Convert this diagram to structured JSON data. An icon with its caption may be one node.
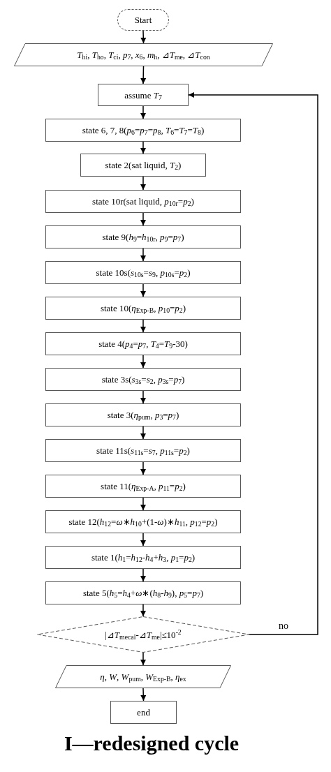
{
  "diagram": {
    "caption": "I—redesigned cycle",
    "nodes": [
      {
        "text": [
          "Start"
        ]
      },
      {
        "text": [
          "*T*$_{hi}$, *T*$_{ho}$, *T*$_{ci}$, *p*$_{7}$, *x*$_{6}$, *m*$_{h}$, ⊿*T*$_{me}$, ⊿*T*$_{con}$"
        ]
      },
      {
        "text": [
          "assume *T*$_{7}$"
        ]
      },
      {
        "text": [
          "state 6, 7, 8(*p*$_{6}$=*p*$_{7}$=*p*$_{8}$, *T*$_{6}$=*T*$_{7}$=*T*$_{8}$)"
        ]
      },
      {
        "text": [
          "state 2(sat liquid, *T*$_{2}$)"
        ]
      },
      {
        "text": [
          "state 10r(sat liquid, *p*$_{10r}$=*p*$_{2}$)"
        ]
      },
      {
        "text": [
          "state 9(*h*$_{9}$=*h*$_{10r}$, *p*$_{9}$=*p*$_{7}$)"
        ]
      },
      {
        "text": [
          "state 10s(*s*$_{10s}$=*s*$_{9}$, *p*$_{10s}$=*p*$_{2}$)"
        ]
      },
      {
        "text": [
          "state 10(*η*$_{Exp-B}$, *p*$_{10}$=*p*$_{2}$)"
        ]
      },
      {
        "text": [
          "state 4(*p*$_{4}$=*p*$_{7}$, *T*$_{4}$=*T*$_{9}$-30)"
        ]
      },
      {
        "text": [
          "state 3s(*s*$_{3s}$=*s*$_{2}$, *p*$_{3s}$=*p*$_{7}$)"
        ]
      },
      {
        "text": [
          "state 3(*η*$_{pum}$, *p*$_{3}$=*p*$_{7}$)"
        ]
      },
      {
        "text": [
          "state 11s(*s*$_{11s}$=*s*$_{7}$, *p*$_{11s}$=*p*$_{2}$)"
        ]
      },
      {
        "text": [
          "state 11(*η*$_{Exp-A}$, *p*$_{11}$=*p*$_{2}$)"
        ]
      },
      {
        "text": [
          "state 12(*h*$_{12}$=*ω*∗*h*$_{10}$+(1-*ω*)∗*h*$_{11}$, *p*$_{12}$=*p*$_{2}$)"
        ]
      },
      {
        "text": [
          "state 1(*h*$_{1}$=*h*$_{12}$-*h*$_{4}$+*h*$_{3}$, *p*$_{1}$=*p*$_{2}$)"
        ]
      },
      {
        "text": [
          "state 5(*h*$_{5}$=*h*$_{4}$+*ω*∗(*h*$_{8}$-*h*$_{9}$), *p*$_{5}$=*p*$_{7}$)"
        ]
      },
      {
        "text": [
          "|⊿*T*$_{mecal}$-⊿*T*$_{me}$|≤10$^{-2}$"
        ]
      },
      {
        "text": [
          "*η*, *W*, *W*$_{pum}$, *W*$_{Exp-B}$, *η*$_{ex}$"
        ]
      },
      {
        "text": [
          "end"
        ]
      }
    ],
    "edges": [
      {
        "from": 0,
        "to": 1,
        "arrow": "to"
      },
      {
        "from": 1,
        "to": 2,
        "arrow": "to"
      },
      {
        "from": 2,
        "to": 3,
        "arrow": "to"
      },
      {
        "from": 3,
        "to": 4,
        "arrow": "to"
      },
      {
        "from": 4,
        "to": 5,
        "arrow": "to"
      },
      {
        "from": 5,
        "to": 6,
        "arrow": "to"
      },
      {
        "from": 6,
        "to": 7,
        "arrow": "to"
      },
      {
        "from": 7,
        "to": 8,
        "arrow": "to"
      },
      {
        "from": 8,
        "to": 9,
        "arrow": "to"
      },
      {
        "from": 9,
        "to": 10,
        "arrow": "to"
      },
      {
        "from": 10,
        "to": 11,
        "arrow": "to"
      },
      {
        "from": 11,
        "to": 12,
        "arrow": "to"
      },
      {
        "from": 12,
        "to": 13,
        "arrow": "to"
      },
      {
        "from": 13,
        "to": 14,
        "arrow": "to"
      },
      {
        "from": 14,
        "to": 15,
        "arrow": "to"
      },
      {
        "from": 15,
        "to": 16,
        "arrow": "to"
      },
      {
        "from": 16,
        "to": 17,
        "arrow": "to"
      },
      {
        "from": 17,
        "to": 18,
        "arrow": "to"
      },
      {
        "from": 18,
        "to": 19,
        "arrow": "to"
      },
      {
        "from": 17,
        "to": 2,
        "arrow": "to",
        "label": "no"
      }
    ]
  }
}
